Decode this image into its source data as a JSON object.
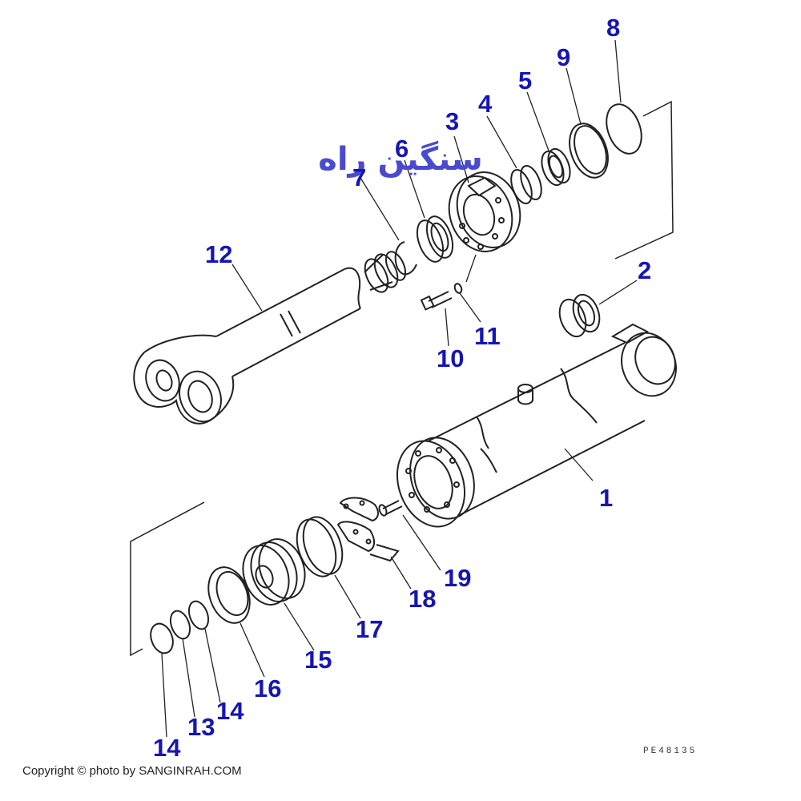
{
  "diagram": {
    "drawing_code": "PE48135",
    "copyright": "Copyright © photo by SANGINRAH.COM",
    "watermark_text": "سنگین راه",
    "colors": {
      "callout": "#1515b5",
      "line": "#222222",
      "watermark": "#4a4ad0"
    },
    "callouts": [
      {
        "id": "c1",
        "text": "1"
      },
      {
        "id": "c2",
        "text": "2"
      },
      {
        "id": "c3",
        "text": "3"
      },
      {
        "id": "c4",
        "text": "4"
      },
      {
        "id": "c5",
        "text": "5"
      },
      {
        "id": "c6",
        "text": "6"
      },
      {
        "id": "c7",
        "text": "7"
      },
      {
        "id": "c8",
        "text": "8"
      },
      {
        "id": "c9",
        "text": "9"
      },
      {
        "id": "c10",
        "text": "10"
      },
      {
        "id": "c11",
        "text": "11"
      },
      {
        "id": "c12",
        "text": "12"
      },
      {
        "id": "c13",
        "text": "13"
      },
      {
        "id": "c14a",
        "text": "14"
      },
      {
        "id": "c14b",
        "text": "14"
      },
      {
        "id": "c15",
        "text": "15"
      },
      {
        "id": "c16",
        "text": "16"
      },
      {
        "id": "c17",
        "text": "17"
      },
      {
        "id": "c18",
        "text": "18"
      },
      {
        "id": "c19",
        "text": "19"
      }
    ]
  }
}
